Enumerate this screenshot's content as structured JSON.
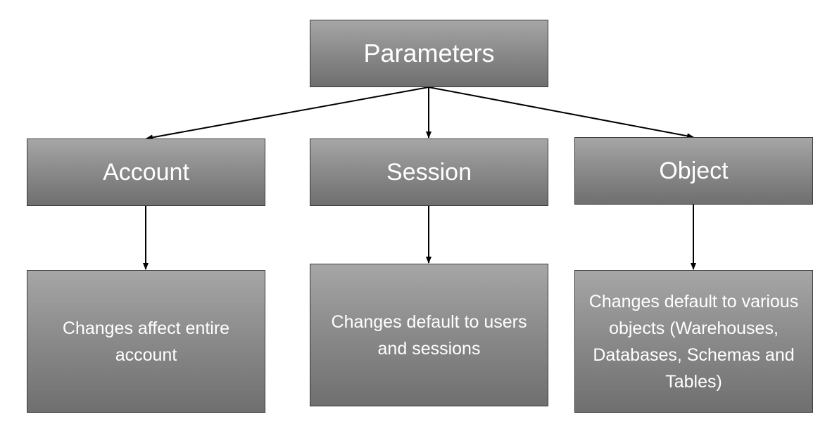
{
  "root": {
    "label": "Parameters"
  },
  "levels": [
    {
      "label": "Account",
      "description": "Changes affect entire account"
    },
    {
      "label": "Session",
      "description": "Changes default to users and sessions"
    },
    {
      "label": "Object",
      "description": "Changes default to various objects (Warehouses, Databases, Schemas and Tables)"
    }
  ],
  "colors": {
    "box_fill_top": "#a6a6a6",
    "box_fill_bottom": "#6f6f6f",
    "text": "#ffffff",
    "connector": "#000000"
  }
}
